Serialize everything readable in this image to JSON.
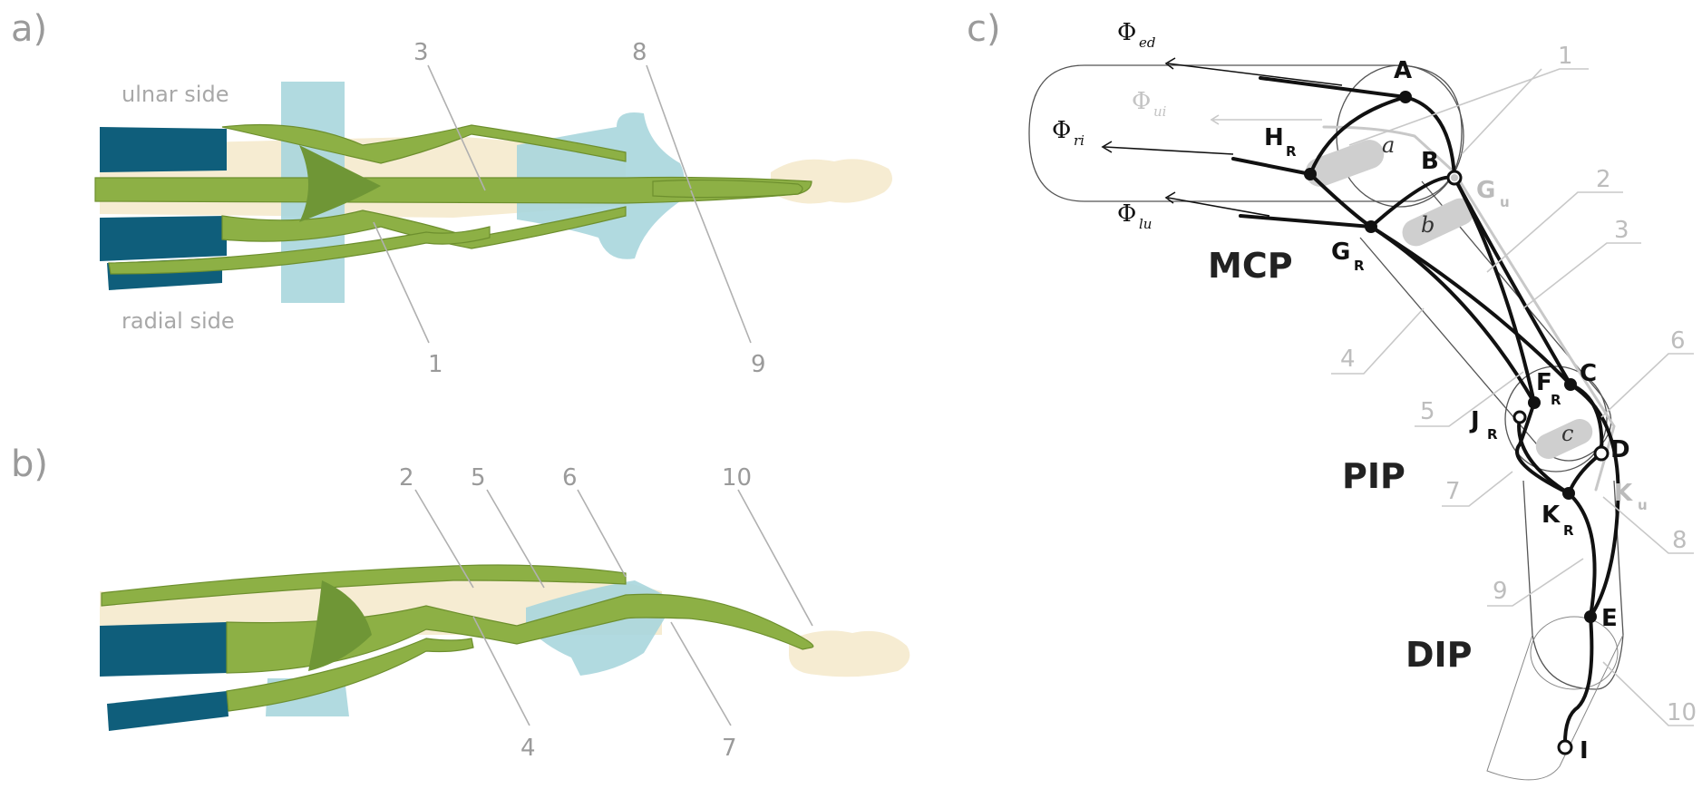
{
  "panels": {
    "a": {
      "label": "a)",
      "ulnar_label": "ulnar side",
      "radial_label": "radial side",
      "callouts": [
        "3",
        "8",
        "1",
        "9"
      ]
    },
    "b": {
      "label": "b)",
      "callouts": [
        "2",
        "5",
        "6",
        "10",
        "4",
        "7"
      ]
    },
    "c": {
      "label": "c)",
      "joints": {
        "mcp": "MCP",
        "pip": "PIP",
        "dip": "DIP"
      },
      "forces": {
        "ed": {
          "symbol": "Φ",
          "sub": "ed"
        },
        "ui": {
          "symbol": "Φ",
          "sub": "ui"
        },
        "ri": {
          "symbol": "Φ",
          "sub": "ri"
        },
        "lu": {
          "symbol": "Φ",
          "sub": "lu"
        }
      },
      "segments": {
        "a": "a",
        "b": "b",
        "c": "c"
      },
      "points": {
        "A": {
          "main": "A"
        },
        "B": {
          "main": "B"
        },
        "C": {
          "main": "C"
        },
        "D": {
          "main": "D"
        },
        "E": {
          "main": "E"
        },
        "I": {
          "main": "I"
        },
        "H": {
          "main": "H",
          "sub": "R"
        },
        "G": {
          "main": "G",
          "sub": "R"
        },
        "F": {
          "main": "F",
          "sub": "R"
        },
        "J": {
          "main": "J",
          "sub": "R"
        },
        "K": {
          "main": "K",
          "sub": "R"
        },
        "Gu": {
          "main": "G",
          "sub": "u"
        },
        "Ku": {
          "main": "K",
          "sub": "u"
        }
      },
      "callouts": [
        "1",
        "2",
        "3",
        "4",
        "5",
        "6",
        "7",
        "8",
        "9",
        "10"
      ]
    }
  },
  "colors": {
    "bone": "#f6ecd2",
    "tendon": "#8db045",
    "muscle": "#0f5e7b",
    "ligament": "#a9d6dd",
    "strand": "#111111",
    "label_gray": "#9a9a9a"
  }
}
